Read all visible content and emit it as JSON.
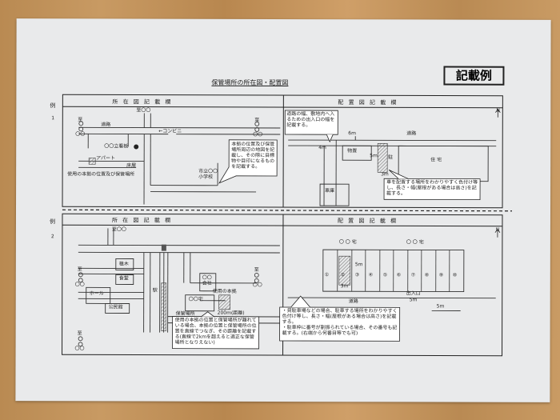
{
  "doc": {
    "title": "保管場所の所在図・配置図",
    "badge": "記載例"
  },
  "example_prefix": "例",
  "row_numbers": [
    "1",
    "2"
  ],
  "panel_titles": {
    "location": "所 在 図 記 載 欄",
    "layout": "配 置 図 記 載 欄"
  },
  "example1": {
    "location": {
      "labels": {
        "to_top": "至〇〇",
        "to_left": "至",
        "to_left2": "〇〇",
        "to_right": "至",
        "to_right2": "〇〇",
        "road": "道路",
        "convenience": "←コンビニ",
        "apartment": "アパート",
        "shop": "〇〇立看板",
        "park": "床屋",
        "school": "市立〇〇\n小学校",
        "legend": "使用の本拠の位置及び保管場所"
      },
      "callout": "本拠の位置及び保管場所周辺の地図を記載し、その際に目標物や目印になるものを記載する。"
    },
    "layout": {
      "north": "N",
      "callout_top": "道路の幅、敷地内へ入るための出入口の幅を記載する。",
      "road": "道路",
      "width_6m": "6m",
      "width_4m": "4m",
      "warehouse": "物置",
      "house": "住 宅",
      "garage": "車庫",
      "parking_mark": "駐",
      "dim_5m": "5m",
      "dim_3m": "3m",
      "callout_bottom": "車を配置する場所をわかりやすく色付け等し、長さ・幅(屋根がある場合は高さ)を記載する。"
    }
  },
  "example2": {
    "location": {
      "labels": {
        "to_top": "至〇〇",
        "to_left": "至",
        "to_left2": "〇〇",
        "to_right": "至",
        "to_right2": "〇〇",
        "to_bottom_left": "至",
        "to_bottom_left2": "〇〇",
        "tomoki": "植木",
        "shokudo": "食堂",
        "hall": "ホール",
        "park": "公民館",
        "station": "駅",
        "company": "〇〇\n会社",
        "storage": "保管場所",
        "home": "〇〇宅",
        "distance": "200m(距離)",
        "legend_place": "使用の本拠"
      },
      "callout": "使用の本拠の位置と保管場所が離れている場合、本拠の位置と保管場所の位置を直線でつなぎ、その距離を記載する(直線で2kmを超えると適正な保管場所となりえない)"
    },
    "layout": {
      "north": "N",
      "house_left": "〇 〇 宅",
      "house_right": "〇 〇 宅",
      "slots": [
        "①",
        "②",
        "③",
        "④",
        "⑤",
        "⑥",
        "⑦",
        "⑧",
        "⑨",
        "⑩"
      ],
      "dim_5m": "5m",
      "dim_3m": "3m",
      "road": "道路",
      "exit": "出入口",
      "exit_5m": "5m",
      "exit_5m_b": "5m",
      "callout": "・貸駐車場などの場合、駐車する場所をわかりやすく色付け等し、長さ・幅(屋根がある場合は高さ)を記載する。\n・駐車枠に番号が割振られている場合、その番号も記載する。(右端から何番目等でも可)"
    }
  },
  "colors": {
    "paper": "#e9eaeb",
    "ink": "#222222",
    "hatch": "#888888"
  }
}
